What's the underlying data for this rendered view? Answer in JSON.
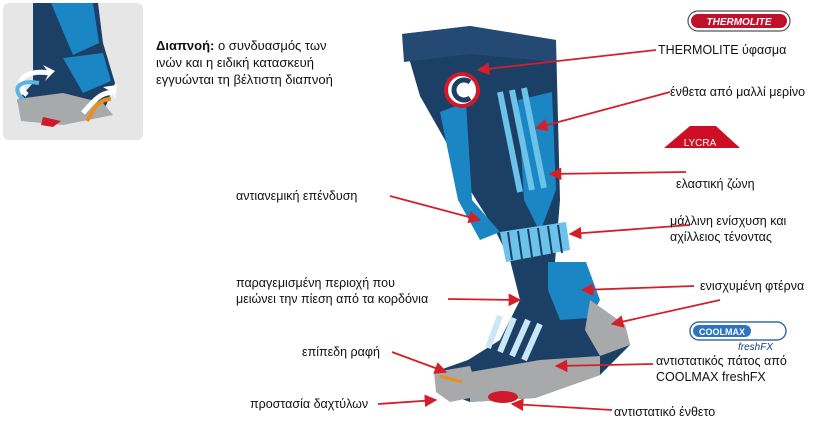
{
  "inset": {
    "title": "Διαπνοή:",
    "text": "ο συνδυασμός των ινών και η ειδική κατασκευή εγγυώνται τη βέλτιστη διαπνοή"
  },
  "logos": {
    "thermolite": "THERMOLITE",
    "lycra": "LYCRA",
    "coolmax": "COOLMAX",
    "freshfx": "freshFX"
  },
  "labels": {
    "thermolite_fabric": "THERMOLITE ύφασμα",
    "merino": "ένθετα από μαλλί μερίνο",
    "elastic_zone": "ελαστική ζώνη",
    "windproof": "αντιανεμική επένδυση",
    "achilles_line1": "μάλλινη ενίσχυση και",
    "achilles_line2": "αχίλλειος τένοντας",
    "padded_line1": "παραγεμισμένη περιοχή που",
    "padded_line2": "μειώνει την πίεση από τα κορδόνια",
    "reinforced_heel": "ενισχυμένη φτέρνα",
    "flat_seam": "επίπεδη ραφή",
    "sole_line1": "αντιστατικός πάτος από",
    "sole_line2": "COOLMAX freshFX",
    "toe_protection": "προστασία δαχτύλων",
    "antistatic_insert": "αντιστατικό ένθετο"
  },
  "colors": {
    "navy": "#1c3f66",
    "blue": "#1a86c4",
    "light_blue": "#6cc3ea",
    "gray": "#a8a9ab",
    "red": "#d0192b",
    "arrow": "#d41f2a",
    "orange": "#e8901a"
  }
}
